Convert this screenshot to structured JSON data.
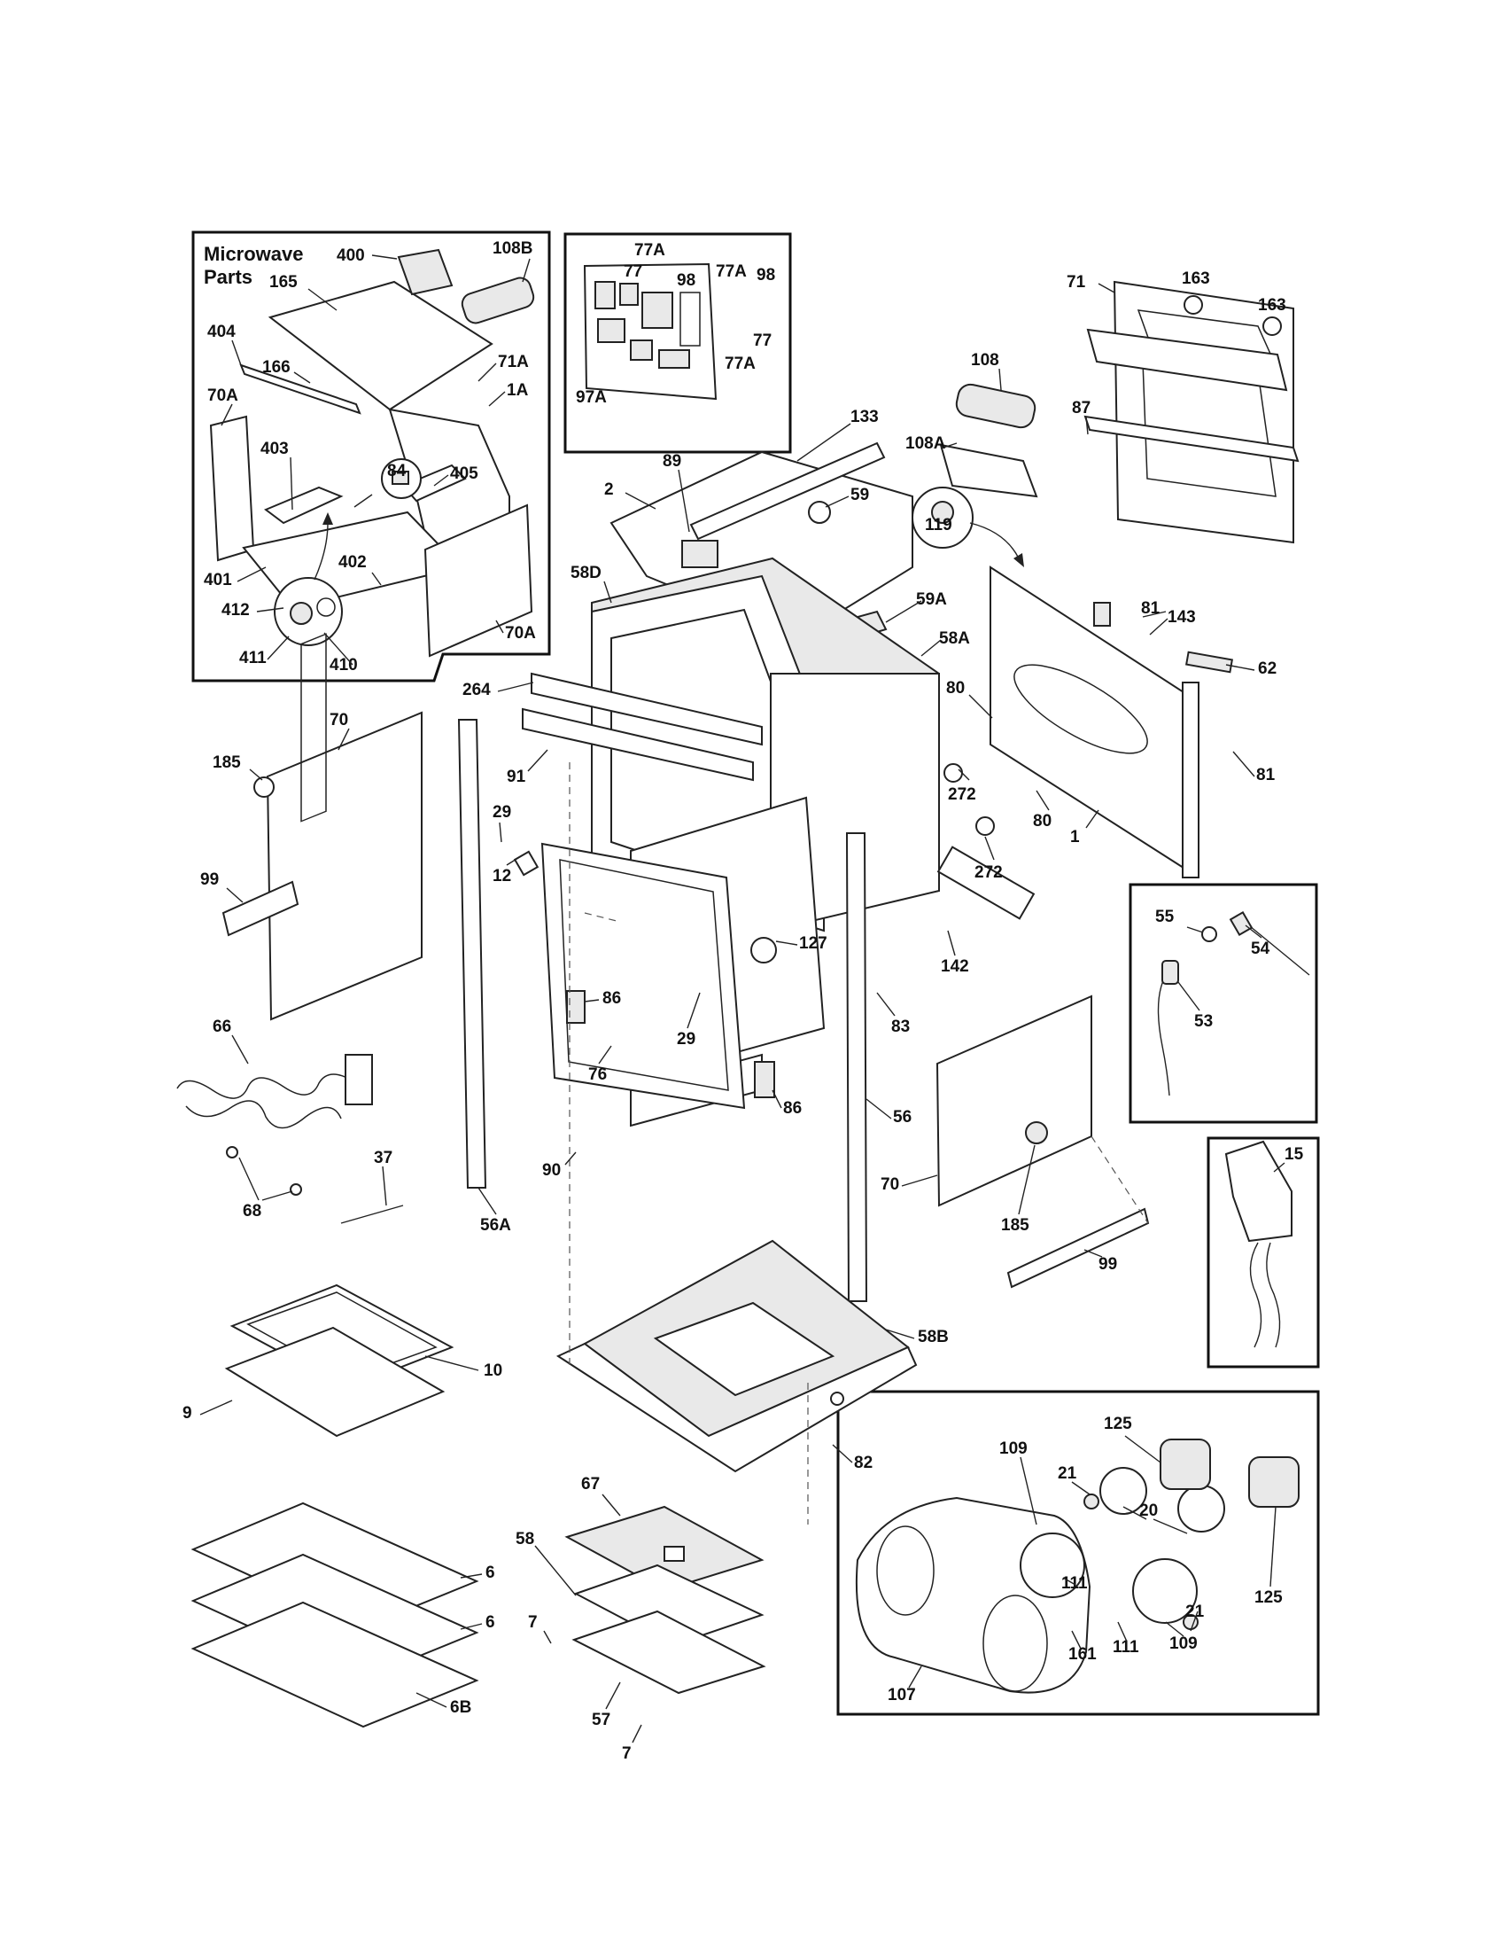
{
  "inset_title": [
    "Microwave",
    "Parts"
  ],
  "callouts": {
    "c400": "400",
    "c108B": "108B",
    "c165": "165",
    "c404": "404",
    "c166": "166",
    "c71A": "71A",
    "c1A": "1A",
    "c70A_l": "70A",
    "c403": "403",
    "c84": "84",
    "c405": "405",
    "c401": "401",
    "c402": "402",
    "c412": "412",
    "c411": "411",
    "c410": "410",
    "c70A_r": "70A",
    "c77A_1": "77A",
    "c77": "77",
    "c98_1": "98",
    "c77A_2": "77A",
    "c98_2": "98",
    "c77_2": "77",
    "c77A_3": "77A",
    "c97A": "97A",
    "c163_1": "163",
    "c163_2": "163",
    "c71": "71",
    "c108": "108",
    "c87": "87",
    "c108A": "108A",
    "c119": "119",
    "c133": "133",
    "c89": "89",
    "c2": "2",
    "c59": "59",
    "c58D": "58D",
    "c59A": "59A",
    "c58A": "58A",
    "c81_1": "81",
    "c143": "143",
    "c62": "62",
    "c81_2": "81",
    "c80_1": "80",
    "c272_1": "272",
    "c80_2": "80",
    "c272_2": "272",
    "c1": "1",
    "c264": "264",
    "c91": "91",
    "c70_l": "70",
    "c185_l": "185",
    "c99_l": "99",
    "c29_1": "29",
    "c12": "12",
    "c127": "127",
    "c86_1": "86",
    "c29_2": "29",
    "c76": "76",
    "c86_2": "86",
    "c142": "142",
    "c83": "83",
    "c55": "55",
    "c54": "54",
    "c53": "53",
    "c15": "15",
    "c66": "66",
    "c68": "68",
    "c37": "37",
    "c56A": "56A",
    "c90": "90",
    "c56": "56",
    "c70_r": "70",
    "c185_r": "185",
    "c99_r": "99",
    "c10": "10",
    "c9": "9",
    "c58B": "58B",
    "c82": "82",
    "c67": "67",
    "c58": "58",
    "c6_1": "6",
    "c6_2": "6",
    "c6B": "6B",
    "c7_1": "7",
    "c57": "57",
    "c7_2": "7",
    "c125_1": "125",
    "c109_1": "109",
    "c21_1": "21",
    "c20": "20",
    "c21_2": "21",
    "c125_2": "125",
    "c111_1": "111",
    "c111_2": "111",
    "c109_2": "109",
    "c161": "161",
    "c107": "107"
  }
}
